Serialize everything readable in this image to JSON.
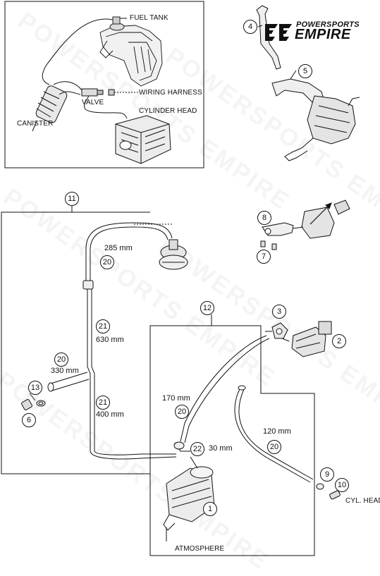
{
  "brand": {
    "line1": "POWERSPORTS",
    "line2": "EMPIRE",
    "watermark_text": "POWERSPORTS EMPIRE",
    "color": "#111111"
  },
  "inset_labels": {
    "fuel_tank": "FUEL TANK",
    "wiring_harness": "WIRING HARNESS",
    "valve": "VALVE",
    "cylinder_head": "CYLINDER HEAD",
    "canister": "CANISTER"
  },
  "main_labels": {
    "cyl_head": "CYL. HEAD",
    "atmosphere": "ATMOSPHERE"
  },
  "hose_lengths": {
    "h285": "285 mm",
    "h630": "630 mm",
    "h330": "330 mm",
    "h400": "400 mm",
    "h170": "170 mm",
    "h30": "30 mm",
    "h120": "120 mm"
  },
  "callouts": {
    "c1": "1",
    "c2": "2",
    "c3": "3",
    "c4": "4",
    "c5": "5",
    "c6": "6",
    "c7": "7",
    "c8": "8",
    "c9": "9",
    "c10": "10",
    "c11": "11",
    "c12": "12",
    "c13": "13",
    "c20a": "20",
    "c20b": "20",
    "c20c": "20",
    "c20d": "20",
    "c21a": "21",
    "c21b": "21",
    "c22": "22"
  }
}
